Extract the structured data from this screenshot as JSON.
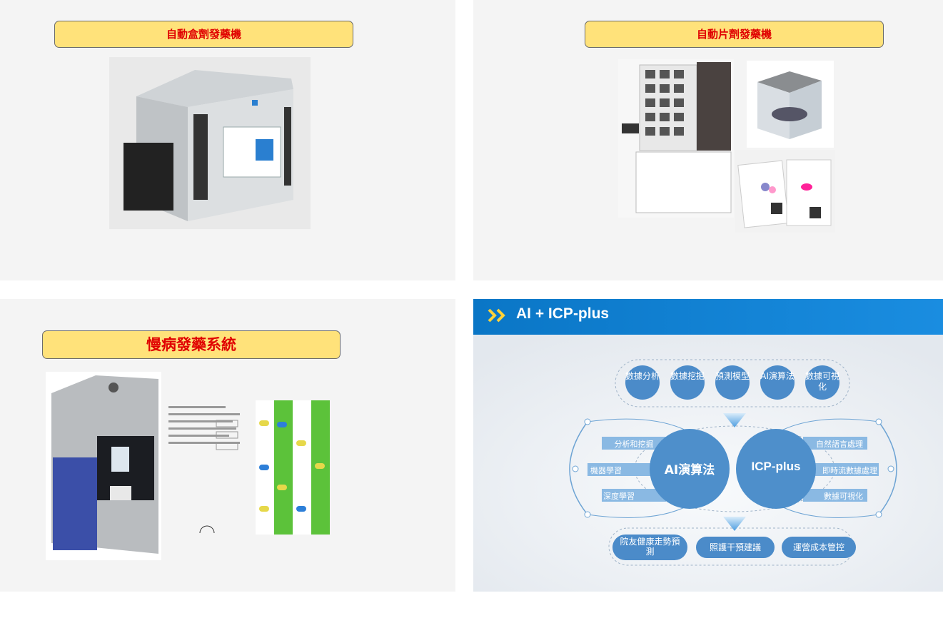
{
  "slide1": {
    "banner": "自動盒劑發藥機"
  },
  "slide2": {
    "banner": "自動片劑發藥機"
  },
  "slide3": {
    "banner": "慢病發藥系統"
  },
  "slide4": {
    "header_title": "AI + ICP-plus",
    "top_circles": [
      "數據分析",
      "數據挖掘",
      "預測模型",
      "AI演算法",
      "數據可視化"
    ],
    "center_left": "AI演算法",
    "center_right": "ICP-plus",
    "left_labels": [
      "分析和挖掘",
      "機器學習",
      "深度學習"
    ],
    "right_labels": [
      "自然語言處理",
      "即時流數據處理",
      "數據可視化"
    ],
    "bottom_pills": [
      "院友健康走勢預測",
      "照護干預建議",
      "運營成本管控"
    ]
  },
  "colors": {
    "banner_fill": "#ffe27a",
    "banner_text": "#e00000",
    "header_blue": "#0a76c6",
    "circle_blue": "#5a9bd5"
  }
}
